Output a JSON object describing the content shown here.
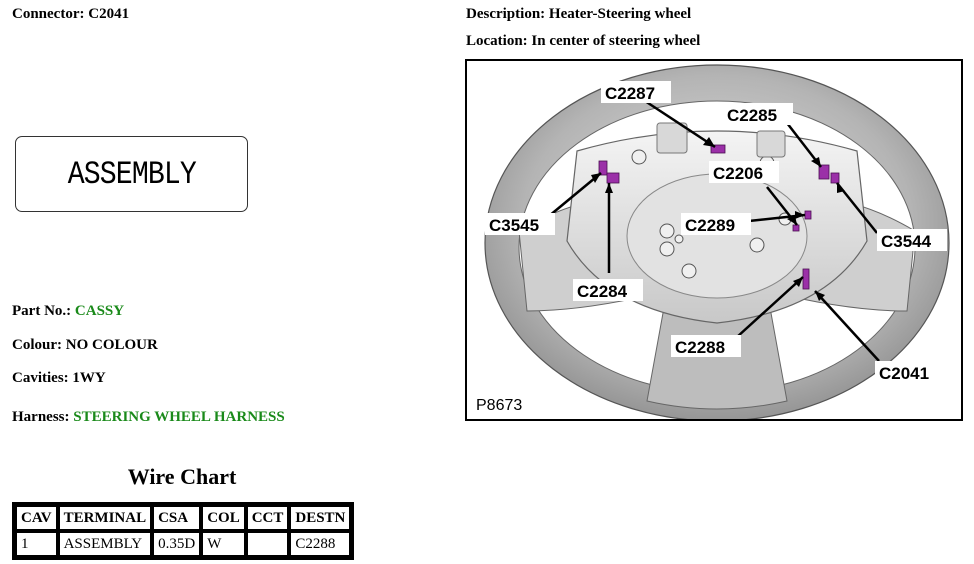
{
  "connector": {
    "label": "Connector:",
    "value": "C2041"
  },
  "description": {
    "label": "Description:",
    "value": "Heater-Steering wheel"
  },
  "location": {
    "label": "Location:",
    "value": "In center of steering wheel"
  },
  "image_text": "ASSEMBLY",
  "part_no": {
    "label": "Part No.:",
    "value": "CASSY"
  },
  "colour": {
    "label": "Colour:",
    "value": "NO COLOUR"
  },
  "cavities": {
    "label": "Cavities:",
    "value": "1WY"
  },
  "harness": {
    "label": "Harness:",
    "value": "STEERING WHEEL HARNESS"
  },
  "wire_chart": {
    "title": "Wire Chart",
    "headers": [
      "CAV",
      "TERMINAL",
      "CSA",
      "COL",
      "CCT",
      "DESTN"
    ],
    "rows": [
      [
        "1",
        "ASSEMBLY",
        "0.35D",
        "W",
        "",
        "C2288"
      ]
    ]
  },
  "diagram": {
    "code": "P8673",
    "labels": {
      "c2287": "C2287",
      "c2285": "C2285",
      "c2206": "C2206",
      "c3545": "C3545",
      "c2289": "C2289",
      "c3544": "C3544",
      "c2284": "C2284",
      "c2288": "C2288",
      "c2041": "C2041"
    },
    "colors": {
      "connector_highlight": "#9b30a8",
      "wheel_gray": "#9a9a9a"
    }
  }
}
